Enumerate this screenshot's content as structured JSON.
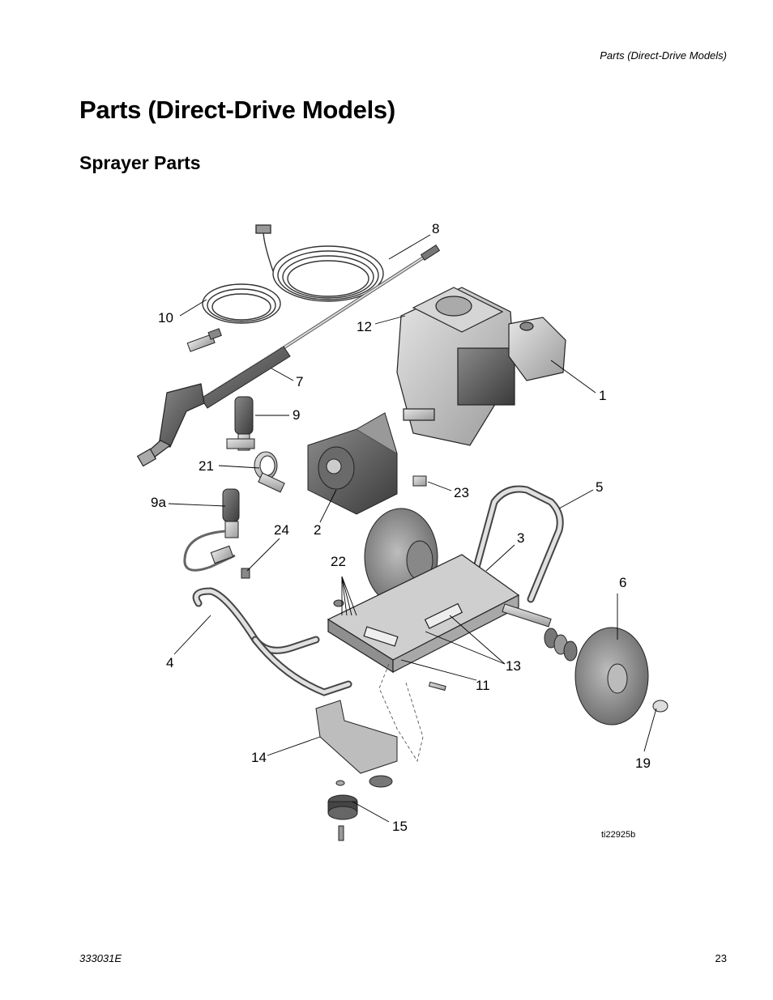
{
  "header": {
    "running_title": "Parts (Direct-Drive Models)"
  },
  "page_title": "Parts (Direct-Drive Models)",
  "section_title": "Sprayer Parts",
  "figure": {
    "figure_id": "ti22925b",
    "callouts": {
      "c1": "1",
      "c2": "2",
      "c3": "3",
      "c4": "4",
      "c5": "5",
      "c6": "6",
      "c7": "7",
      "c8": "8",
      "c9": "9",
      "c9a": "9a",
      "c10": "10",
      "c11": "11",
      "c12": "12",
      "c13": "13",
      "c14": "14",
      "c15": "15",
      "c19": "19",
      "c21": "21",
      "c22": "22",
      "c23": "23",
      "c24": "24"
    }
  },
  "footer": {
    "doc_number": "333031E",
    "page_number": "23"
  }
}
